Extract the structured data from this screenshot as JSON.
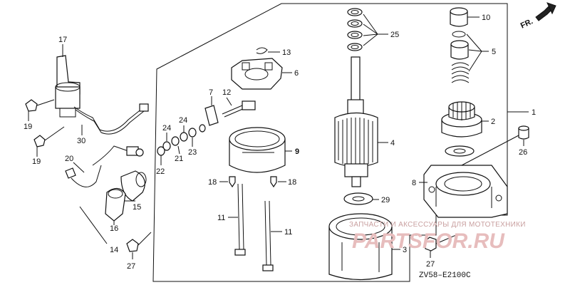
{
  "direction_label": "FR.",
  "diagram_code": "ZV58–E2100C",
  "watermark": {
    "line1": "ЗАПЧАСТИ И АКСЕССУАРЫ ДЛЯ МОТОТЕХНИКИ",
    "line2": "PARTSFOR.RU"
  },
  "callouts": {
    "c1": "1",
    "c2": "2",
    "c3": "3",
    "c4": "4",
    "c5": "5",
    "c6": "6",
    "c7": "7",
    "c8": "8",
    "c9": "9",
    "c10": "10",
    "c11a": "11",
    "c11b": "11",
    "c12": "12",
    "c13": "13",
    "c14": "14",
    "c15": "15",
    "c16": "16",
    "c17": "17",
    "c18a": "18",
    "c18b": "18",
    "c19a": "19",
    "c19b": "19",
    "c20": "20",
    "c21": "21",
    "c22": "22",
    "c23": "23",
    "c24a": "24",
    "c24b": "24",
    "c25": "25",
    "c26": "26",
    "c27a": "27",
    "c27b": "27",
    "c29": "29",
    "c30": "30"
  }
}
